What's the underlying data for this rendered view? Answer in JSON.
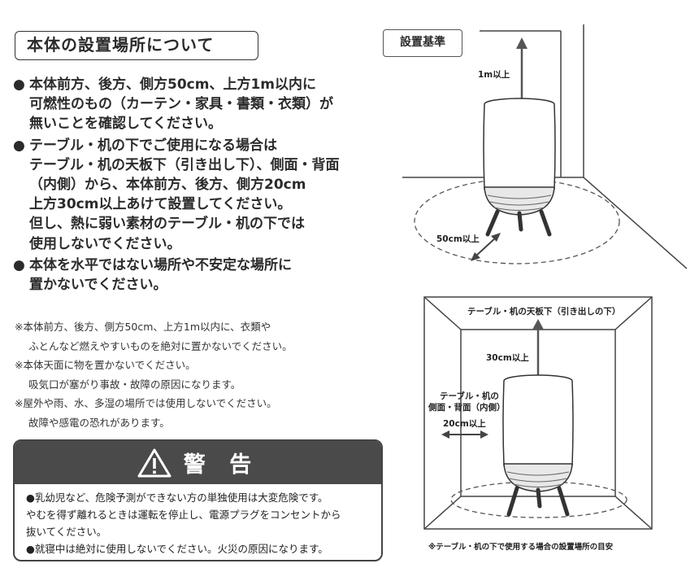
{
  "title": "本体の設置場所について",
  "bullets": [
    {
      "lines": [
        "本体前方、後方、側方50cm、上方1m以内に",
        "可燃性のもの（カーテン・家具・書類・衣類）が",
        "無いことを確認してください。"
      ]
    },
    {
      "lines": [
        "テーブル・机の下でご使用になる場合は",
        "テーブル・机の天板下（引き出し下）、側面・背面",
        "（内側）から、本体前方、後方、側方20cm",
        "上方30cm以上あけて設置してください。",
        "但し、熱に弱い素材のテーブル・机の下では",
        "使用しないでください。"
      ]
    },
    {
      "lines": [
        "本体を水平ではない場所や不安定な場所に",
        "置かないでください。"
      ]
    }
  ],
  "bullet_mark": "●",
  "notes": [
    {
      "text": "※本体前方、後方、側方50cm、上方1m以内に、衣類や",
      "indent": false
    },
    {
      "text": "ふとんなど燃えやすいものを絶対に置かないでください。",
      "indent": true
    },
    {
      "text": "※本体天面に物を置かないでください。",
      "indent": false
    },
    {
      "text": "吸気口が塞がり事故・故障の原因になります。",
      "indent": true
    },
    {
      "text": "※屋外や雨、水、多湿の場所では使用しないでください。",
      "indent": false
    },
    {
      "text": "故障や感電の恐れがあります。",
      "indent": true
    }
  ],
  "warning": {
    "title": "警 告",
    "lines": [
      "●乳幼児など、危険予測ができない方の単独使用は大変危険です。",
      "やむを得ず離れるときは運転を停止し、電源プラグをコンセントから",
      "抜いてください。",
      "●就寝中は絶対に使用しないでください。火災の原因になります。"
    ]
  },
  "diagram1": {
    "label": "設置基準",
    "top_clearance": "1m以上",
    "side_clearance": "50cm以上"
  },
  "diagram2": {
    "top_label": "テーブル・机の天板下（引き出しの下）",
    "top_clearance": "30cm以上",
    "side_label_1": "テーブル・机の",
    "side_label_2": "側面・背面（内側）",
    "side_clearance": "20cm以上",
    "caption": "※テーブル・机の下で使用する場合の設置場所の目安"
  }
}
